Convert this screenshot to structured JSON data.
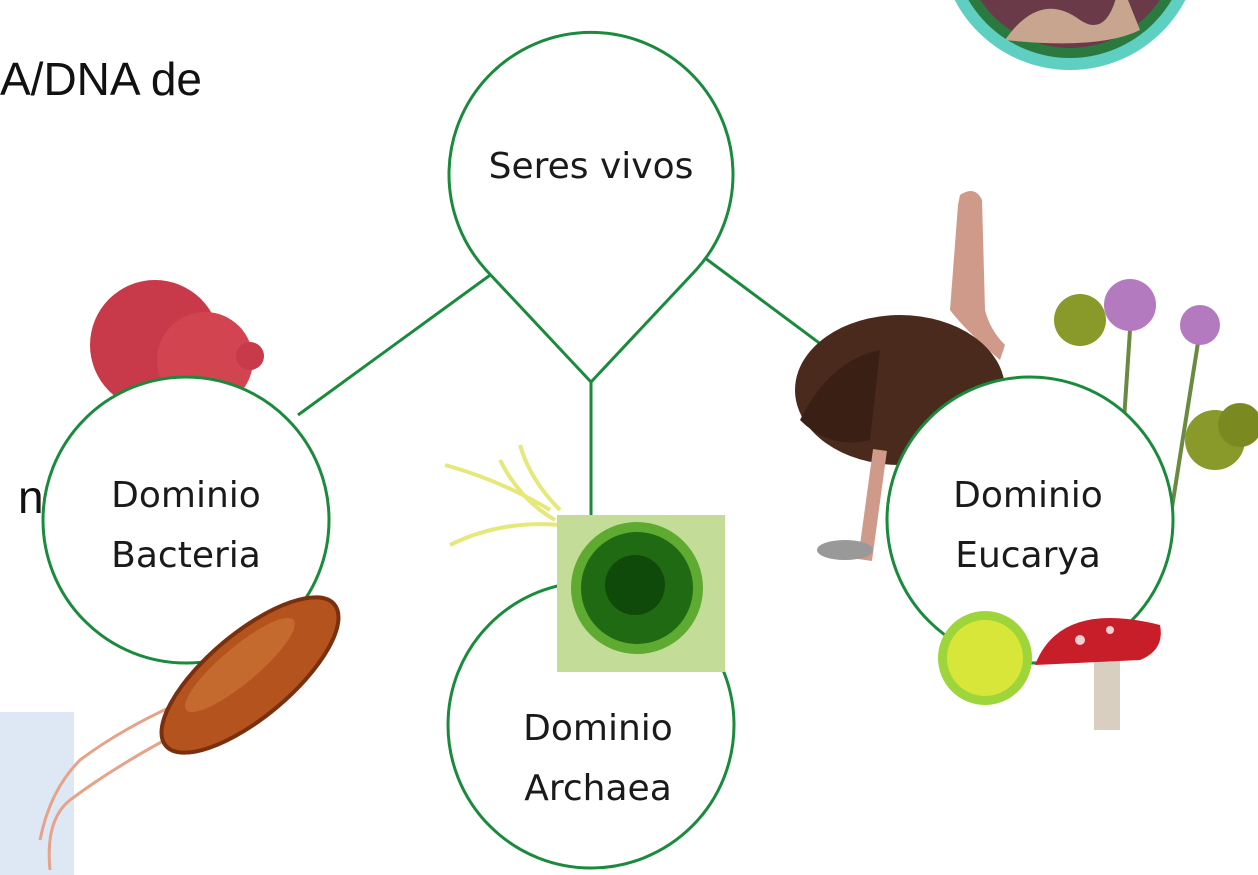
{
  "slide": {
    "partial_text_top": "A/DNA de",
    "partial_text_mid": "n"
  },
  "diagram": {
    "root": {
      "label": "Seres vivos"
    },
    "domains": [
      {
        "id": "bacteria",
        "lines": [
          "Dominio",
          "Bacteria"
        ]
      },
      {
        "id": "archaea",
        "lines": [
          "Dominio",
          "Archaea"
        ]
      },
      {
        "id": "eucarya",
        "lines": [
          "Dominio",
          "Eucarya"
        ]
      }
    ],
    "colors": {
      "node_border": "#1a8a3c",
      "connector": "#1a8a3c",
      "presenter_ring": "#5ecfc0"
    },
    "illustrations": [
      "red-blobs",
      "bacillus-bacterium",
      "archaea-flagella",
      "archaea-micrograph",
      "ostrich",
      "violet-flowers",
      "green-pollen",
      "red-mushroom"
    ]
  }
}
